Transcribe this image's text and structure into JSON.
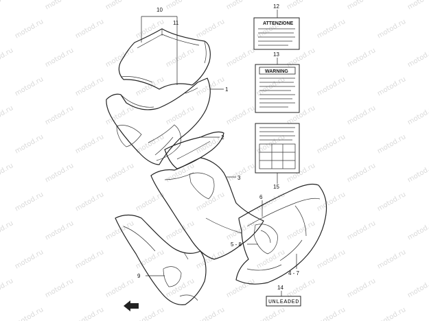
{
  "watermark": "motod.ru",
  "callouts": {
    "c1": "1",
    "c2": "2",
    "c3": "3",
    "c4_7": "4 - 7",
    "c5_8": "5 - 8",
    "c6": "6",
    "c9": "9",
    "c10": "10",
    "c11": "11",
    "c12": "12",
    "c13": "13",
    "c14": "14",
    "c15": "15"
  },
  "labels": {
    "attenzione_title": "ATTENZIONE",
    "warning_title": "WARNING",
    "unleaded_text": "UNLEADED"
  }
}
